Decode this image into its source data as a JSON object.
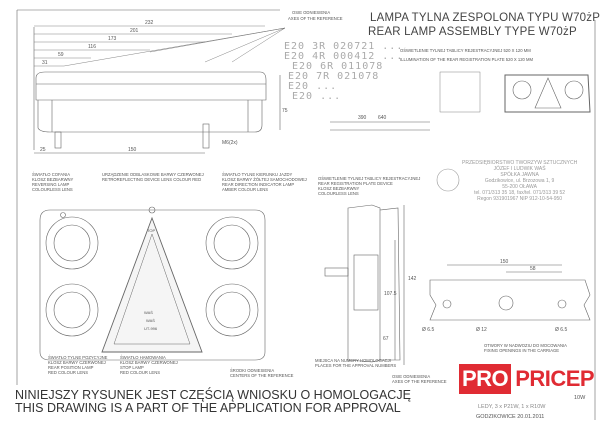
{
  "title": {
    "pl": "LAMPA TYLNA ZESPOLONA TYPU W70żP",
    "en": "REAR LAMP ASSEMBLY TYPE W70żP"
  },
  "registration_plate": {
    "pl": "OŚWIETLENIE TYLNEJ TABLICY REJESTRACYJNEJ 520 X 120 MM",
    "en": "ILLUMINATION OF THE REAR REGISTRATION PLATE 520 X 120 MM"
  },
  "axes_reference": {
    "pl": "OSIE ODNIESIENIA",
    "en": "AXES OF THE REFERENCE"
  },
  "approval_numbers": [
    "E20 3R 020721 ...",
    "E20 4R 000412 ...",
    "E20 6R 011078",
    "E20 7R 021078",
    "E20 ...",
    "E20 ..."
  ],
  "dimensions": {
    "top": [
      "232",
      "201",
      "173",
      "116",
      "59",
      "31"
    ],
    "bottom": [
      "25",
      "150"
    ],
    "height": "75",
    "thread": "M6(2x)",
    "plate": [
      "390",
      "640"
    ],
    "side": [
      "142",
      "107.5",
      "67"
    ],
    "holes": [
      "150",
      "58",
      "Ø 6.5",
      "Ø 12",
      "Ø 6.5"
    ]
  },
  "callouts": {
    "reversing": [
      "ŚWIATŁO COFANIA",
      "KLOSZ BEZBARWNY",
      "REVERSING LAMP",
      "COLOURLESS LENS"
    ],
    "retro": [
      "URZĄDZENIE ODBLASKOWE BARWY CZERWONEJ",
      "RETROREFLECTING DEVICE LENS COLOUR RED"
    ],
    "indicator": [
      "ŚWIATŁO TYLNE KIERUNKU JAZDY",
      "KLOSZ BARWY ŻÓŁTEJ SAMOCHODOWEJ",
      "REAR DIRECTION INDICATOR LAMP",
      "AMBER COLOUR LENS"
    ],
    "plate_device": [
      "OŚWIETLENIE TYLNEJ TABLICY REJESTRACYJNEJ",
      "REAR REGISTRATION PLATE DEVICE",
      "KLOSZ BEZBARWNY",
      "COLOURLESS LENS"
    ],
    "position": [
      "ŚWIATŁO TYLNE POZYCYJNE",
      "KLOSZ BARWY CZERWONEJ",
      "REAR POSITION LAMP",
      "RED COLOUR LENS"
    ],
    "stop": [
      "ŚWIATŁO HAMOWANIA",
      "KLOSZ BARWY CZERWONEJ",
      "STOP LAMP",
      "RED COLOUR LENS"
    ],
    "centers": [
      "ŚRODKI ODNIESIENIA",
      "CENTERS OF THE REFERENCE"
    ],
    "places": [
      "MIEJSCA NA NUMERY HOMOLOGACJI",
      "PLACES FOR THE APPROVAL NUMBERS"
    ],
    "fixing": [
      "OTWORY W NADWOZIU DO MOCOWANIA",
      "FIXING OPENINGS IN THE CARRIAGE"
    ],
    "axes2": [
      "OSIE ODNIESIENIA",
      "AXES OF THE REFERENCE"
    ]
  },
  "stamp": [
    "PRZEDSIĘBIORSTWO TWORZYW SZTUCZNYCH",
    "JÓZEF I LUDWIK WAŚ",
    "SPÓŁKA JAWNA",
    "Godzikowice, ul. Brzozowa 1, 9",
    "55-200 OŁAWA",
    "tel. 071/313 35 18, fax/tel. 071/313 39 52",
    "Regon 931901967 NIP 912-10-54-950"
  ],
  "footer": {
    "pl": "NINIEJSZY RYSUNEK JEST CZĘŚCIĄ WNIOSKU O  HOMOLOGACJĘ",
    "en": "THIS DRAWING IS A PART OF THE APPLICATION FOR  APPROVAL"
  },
  "bulbs": {
    "power": "10W",
    "line": "LEDY, 3 x P21W, 1 x R10W"
  },
  "place_date": "GODZIKOWICE   20.01.2011",
  "logo": {
    "box": "PRO",
    "text": "PRICEP",
    "color": "#e02b33"
  },
  "front_labels": {
    "top": "TOP",
    "wasp": "WAŚ",
    "code": "UT-996",
    "mark": "WAŚ"
  }
}
